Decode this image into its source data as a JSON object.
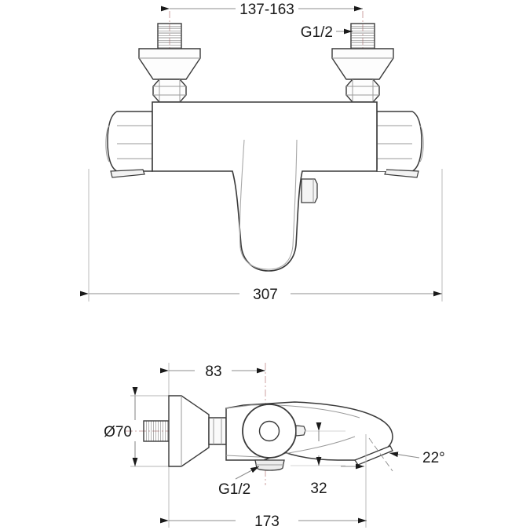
{
  "document": {
    "type": "technical-dimension-drawing",
    "subject": "wall-mounted bath shower mixer tap",
    "background_color": "#ffffff",
    "line_color": "#3a3a3a",
    "dim_line_color": "#9a9a9a",
    "text_color": "#1a1a1a",
    "views": [
      {
        "id": "front-elevation",
        "label": ""
      },
      {
        "id": "side-elevation",
        "label": ""
      }
    ]
  },
  "front_view": {
    "dimensions": {
      "inlet_spacing": {
        "value": "137-163",
        "unit": "mm",
        "orientation": "horizontal",
        "position": "top"
      },
      "overall_width": {
        "value": "307",
        "unit": "mm",
        "orientation": "horizontal",
        "position": "bottom"
      }
    },
    "callouts": {
      "inlet_thread": {
        "value": "G1/2",
        "description": "inlet connection thread size"
      }
    }
  },
  "side_view": {
    "dimensions": {
      "flange_diameter": {
        "value": "Ø70",
        "unit": "mm",
        "orientation": "vertical",
        "position": "left"
      },
      "wall_to_handle_center": {
        "value": "83",
        "unit": "mm",
        "orientation": "horizontal",
        "position": "top"
      },
      "spout_drop": {
        "value": "32",
        "unit": "mm",
        "orientation": "vertical",
        "position": "center"
      },
      "overall_projection": {
        "value": "173",
        "unit": "mm",
        "orientation": "horizontal",
        "position": "bottom"
      },
      "outlet_angle": {
        "value": "22°",
        "unit": "degrees",
        "orientation": "angular",
        "position": "right"
      }
    },
    "callouts": {
      "outlet_thread": {
        "value": "G1/2",
        "description": "bottom outlet connection thread size"
      }
    }
  },
  "labels": {
    "dim_137_163": "137-163",
    "dim_307": "307",
    "dim_83": "83",
    "dim_70": "Ø70",
    "dim_32": "32",
    "dim_173": "173",
    "dim_22deg": "22°",
    "g12_top": "G1/2",
    "g12_bottom": "G1/2"
  }
}
